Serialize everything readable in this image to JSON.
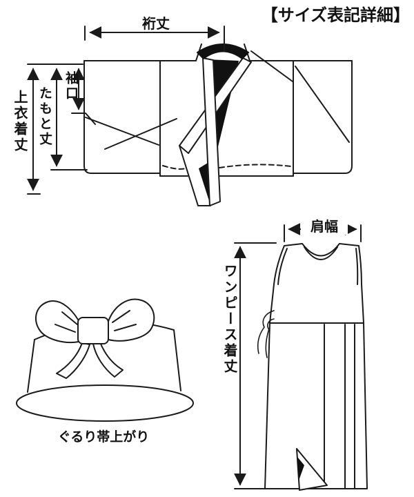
{
  "title": "【サイズ表記詳細】",
  "colors": {
    "ink": "#1a1a1a"
  },
  "jacket": {
    "yuki_label": "裄丈",
    "sodeguchi_label": "袖口",
    "tamoto_label": "たもと丈",
    "kitake_label": "上衣着丈"
  },
  "obi": {
    "label": "ぐるり帯上がり"
  },
  "dress": {
    "shoulder_label": "肩幅",
    "length_label": "ワンピース着丈"
  }
}
